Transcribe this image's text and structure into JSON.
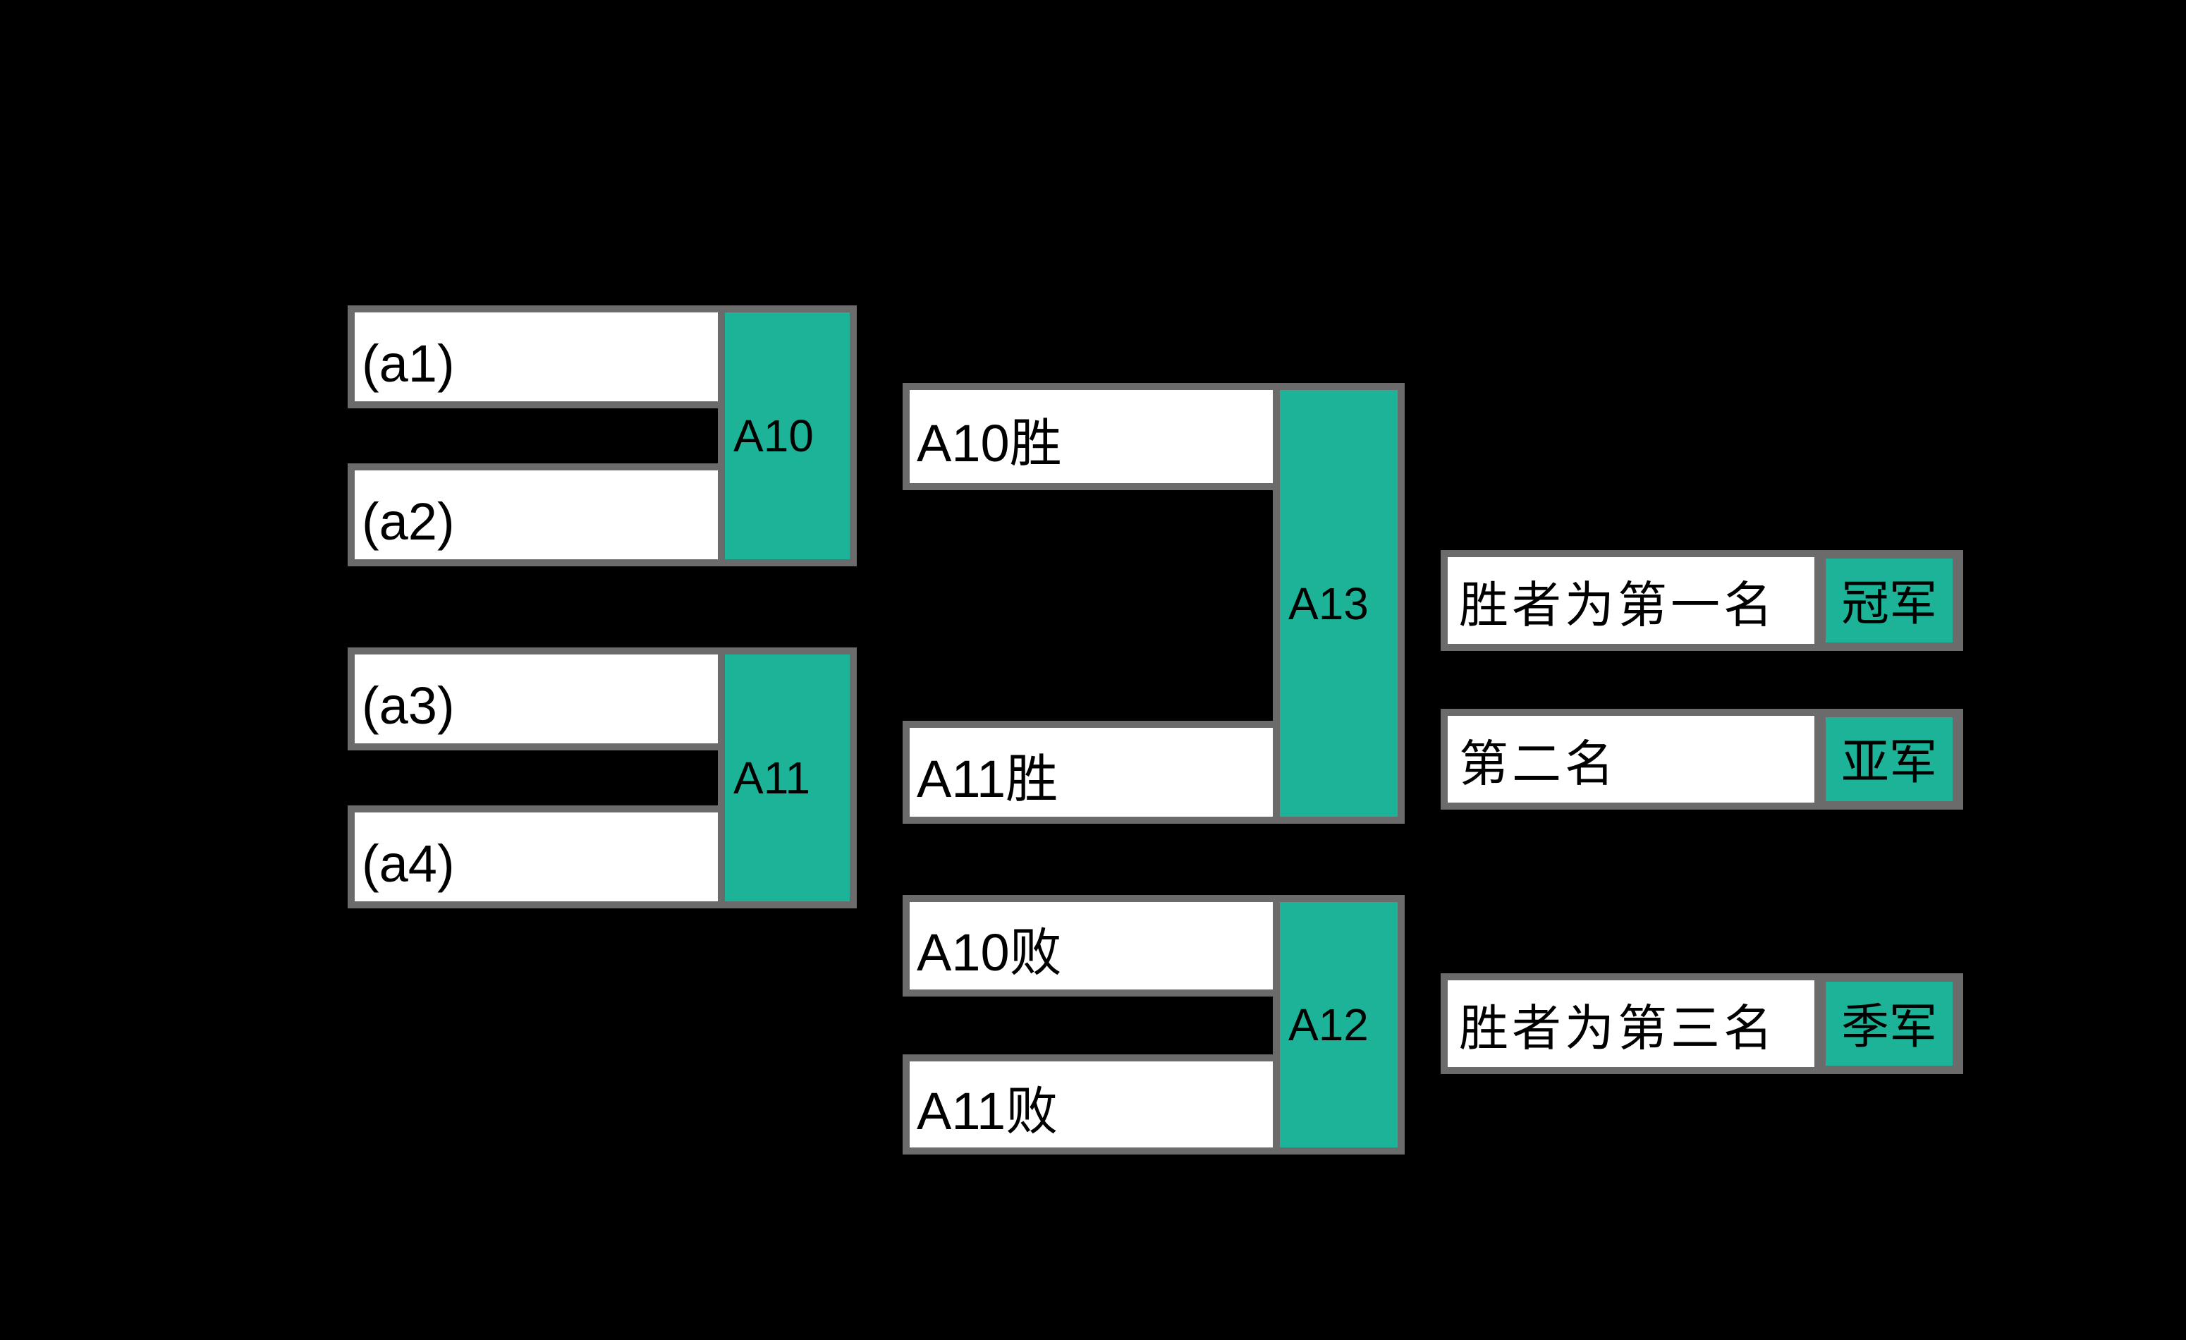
{
  "colors": {
    "background": "#000000",
    "box_white": "#ffffff",
    "border_gray": "#6b6b6b",
    "teal": "#1cb399",
    "text": "#000000"
  },
  "bracket": {
    "round1": [
      {
        "top": "(a1)",
        "bottom": "(a2)",
        "label": "A10"
      },
      {
        "top": "(a3)",
        "bottom": "(a4)",
        "label": "A11"
      }
    ],
    "final": {
      "top": "A10胜",
      "bottom": "A11胜",
      "label": "A13"
    },
    "third_place": {
      "top": "A10败",
      "bottom": "A11败",
      "label": "A12"
    },
    "results": [
      {
        "text": "胜者为第一名",
        "award": "冠军"
      },
      {
        "text": "第二名",
        "award": "亚军"
      },
      {
        "text": "胜者为第三名",
        "award": "季军"
      }
    ]
  }
}
